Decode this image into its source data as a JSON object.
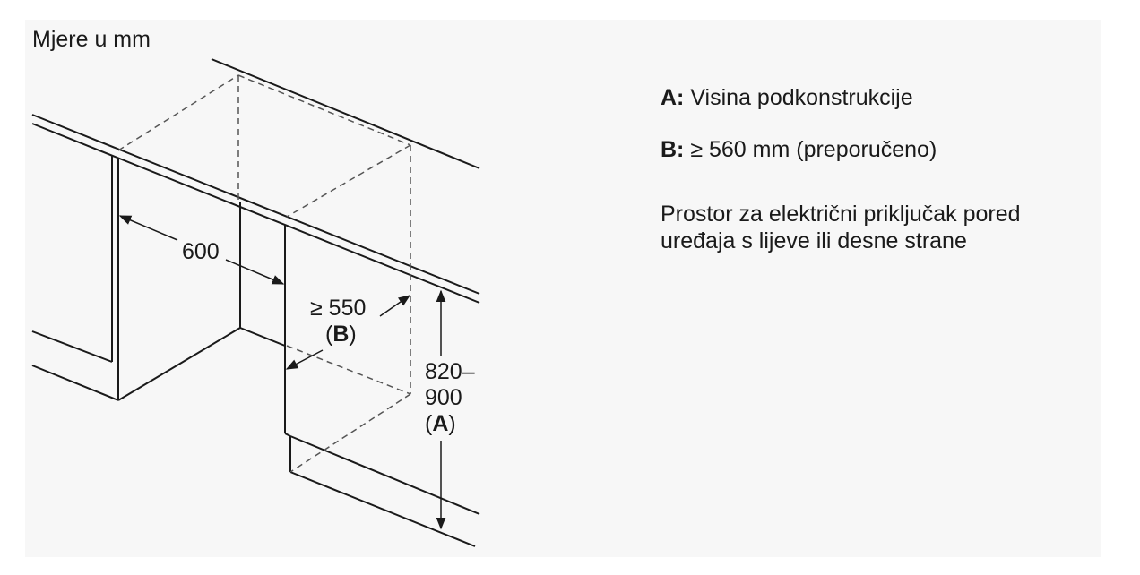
{
  "units_label": "Mjere u mm",
  "legend": {
    "items": [
      {
        "key": "A:",
        "text": " Visina podkonstrukcije"
      },
      {
        "key": "B:",
        "text": " ≥ 560 mm (preporučeno)"
      }
    ],
    "note_lines": [
      "Prostor za električni priključak pored",
      "uređaja s lijeve ili desne strane"
    ]
  },
  "dimensions": {
    "width": "600",
    "depth_value": "≥ 550",
    "depth_key_open": "(",
    "depth_key": "B",
    "depth_key_close": ")",
    "height_line1": "820–",
    "height_line2": "900",
    "height_key_open": "(",
    "height_key": "A",
    "height_key_close": ")"
  },
  "colors": {
    "line": "#1a1a1a",
    "panel_background": "#f7f7f7"
  }
}
